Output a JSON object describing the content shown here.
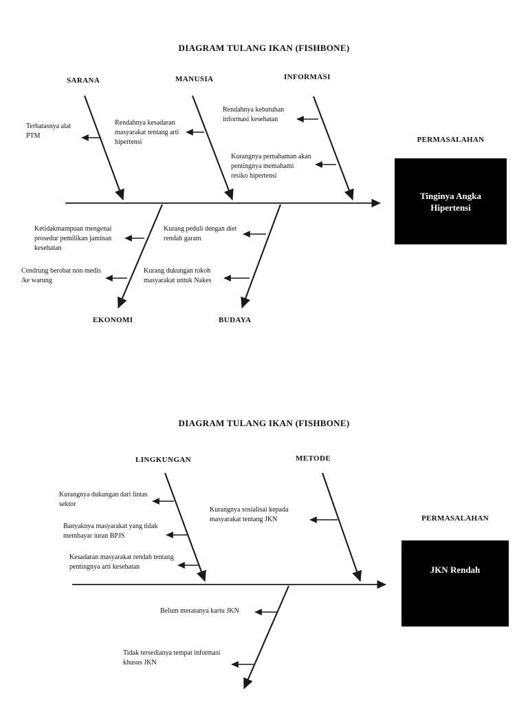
{
  "diagram1": {
    "title": "DIAGRAM TULANG IKAN (FISHBONE)",
    "categories_top": [
      "SARANA",
      "MANUSIA",
      "INFORMASI"
    ],
    "categories_bottom": [
      "EKONOMI",
      "BUDAYA"
    ],
    "problem_label": "PERMASALAHAN",
    "problem": "Tinginya Angka\nHipertensi",
    "causes": [
      "Terbatasnya alat\nPTM",
      "Rendahnya kesadaran\nmasyarakat tentang arti\nhipertensi",
      "Rendahnya kebutuhan\ninformasi kesehatan",
      "Kurangnya pemahaman akan\npentingnya memahami\nresiko hipertensi",
      "Ketidakmampuan mengenai\nprosedur pemilikan jaminan\nkesehatan",
      "Kurang peduli dengan diet\nrendah garam",
      "Cendrung berobat non medis\n/ke warung",
      "Kurang dukungan tokoh\nmasyarakat untuk Nakes"
    ]
  },
  "diagram2": {
    "title": "DIAGRAM TULANG IKAN (FISHBONE)",
    "categories_top": [
      "LINGKUNGAN",
      "METODE"
    ],
    "problem_label": "PERMASALAHAN",
    "problem": "JKN Rendah",
    "causes": [
      "Kurangnya dukungan dari lintas\nsektor",
      "Banyaknya masyarakat yang tidak\nmembayar iuran BPJS",
      "Kesadaran masyarakat rendah tentang\npentingnya arti kesehatan",
      "Kurangnya sosialisai kepada\nmasyarakat tentang JKN",
      "Belum meratanya kartu JKN",
      "Tidak tersedianya tempat informasi\nkhusus JKN"
    ]
  },
  "colors": {
    "line": "#1a1a1a",
    "problem_box_bg": "#000000",
    "problem_box_text": "#ffffff"
  }
}
